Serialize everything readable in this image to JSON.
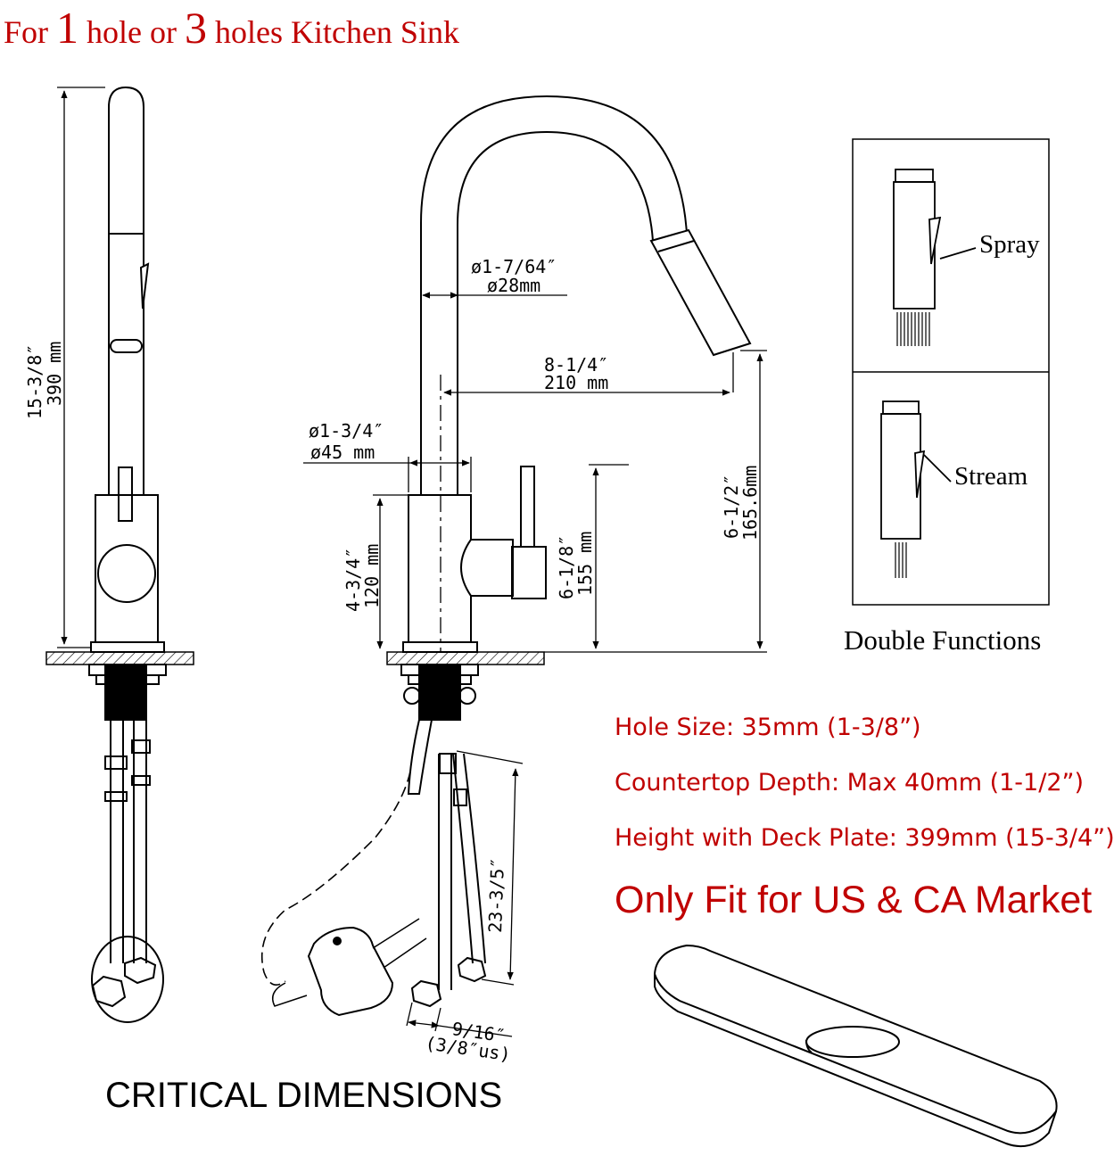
{
  "title": {
    "prefix": "For ",
    "num1": "1",
    "mid": " hole or ",
    "num2": "3",
    "suffix": " holes Kitchen Sink"
  },
  "side_view": {
    "height_in": "15-3/8″",
    "height_mm": "390 mm"
  },
  "front_view": {
    "spout_dia_in": "ø1-7/64″",
    "spout_dia_mm": "ø28mm",
    "reach_in": "8-1/4″",
    "reach_mm": "210 mm",
    "base_dia_in": "ø1-3/4″",
    "base_dia_mm": "ø45 mm",
    "base_height_in": "4-3/4″",
    "base_height_mm": "120 mm",
    "handle_height_in": "6-1/8″",
    "handle_height_mm": "155 mm",
    "spout_height_in": "6-1/2″",
    "spout_height_mm": "165.6mm",
    "hose_len": "23-3/5″",
    "fitting_in": "9/16″",
    "fitting_us": "(3/8″us)"
  },
  "functions": {
    "spray_label": "Spray",
    "stream_label": "Stream",
    "caption": "Double Functions"
  },
  "specs": [
    "Hole Size: 35mm (1-3/8”)",
    "Countertop Depth: Max 40mm (1-1/2”)",
    "Height with Deck Plate: 399mm (15-3/4”)"
  ],
  "notice": "Only Fit for US & CA Market",
  "footer": "CRITICAL DIMENSIONS",
  "colors": {
    "accent": "#c00000",
    "ink": "#000000"
  }
}
